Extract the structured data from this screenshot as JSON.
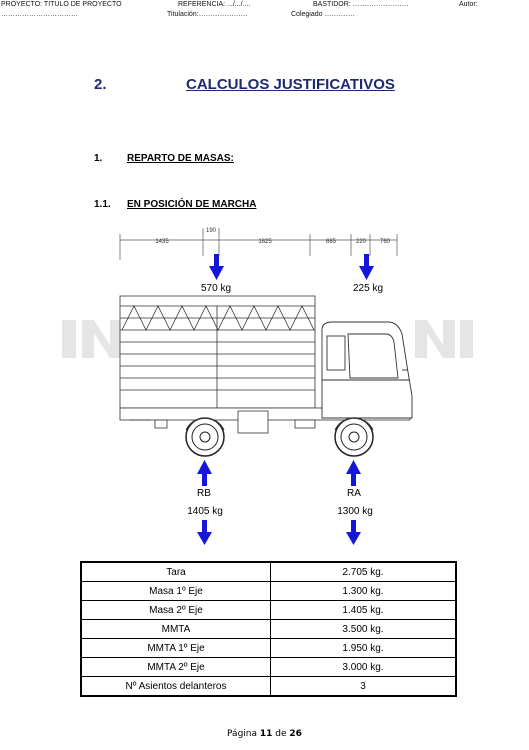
{
  "header": {
    "proyecto": "PROYECTO: TITULO DE PROYECTO",
    "referencia": "REFERENCIA: .../.../....",
    "bastidor": "BASTIDOR: ……………………",
    "autor": "Autor:",
    "dots_left": "……………………………",
    "titulacion": "Titulación:…………………",
    "colegiado": "Colegiado …………."
  },
  "section": {
    "number": "2.",
    "title": "CALCULOS JUSTIFICATIVOS"
  },
  "subsection1": {
    "number": "1.",
    "title": "REPARTO DE MASAS:"
  },
  "subsection2": {
    "number": "1.1.",
    "title": "EN POSICIÓN DE MARCHA"
  },
  "diagram": {
    "dimensions": [
      "1435",
      "190",
      "1625",
      "685",
      "220",
      "760"
    ],
    "load_rear": "570 kg",
    "load_front": "225 kg",
    "reaction_rear_label": "RB",
    "reaction_rear_value": "1405 kg",
    "reaction_front_label": "RA",
    "reaction_front_value": "1300 kg",
    "arrow_color": "#1616d8"
  },
  "table": {
    "rows": [
      {
        "label": "Tara",
        "value": "2.705 kg."
      },
      {
        "label": "Masa 1º Eje",
        "value": "1.300 kg."
      },
      {
        "label": "Masa 2º Eje",
        "value": "1.405 kg."
      },
      {
        "label": "MMTA",
        "value": "3.500 kg."
      },
      {
        "label": "MMTA 1º Eje",
        "value": "1.950 kg."
      },
      {
        "label": "MMTA 2º Eje",
        "value": "3.000 kg."
      },
      {
        "label": "Nº Asientos delanteros",
        "value": "3"
      }
    ]
  },
  "footer": {
    "prefix": "Página",
    "page": "11",
    "of": "de",
    "total": "26"
  }
}
